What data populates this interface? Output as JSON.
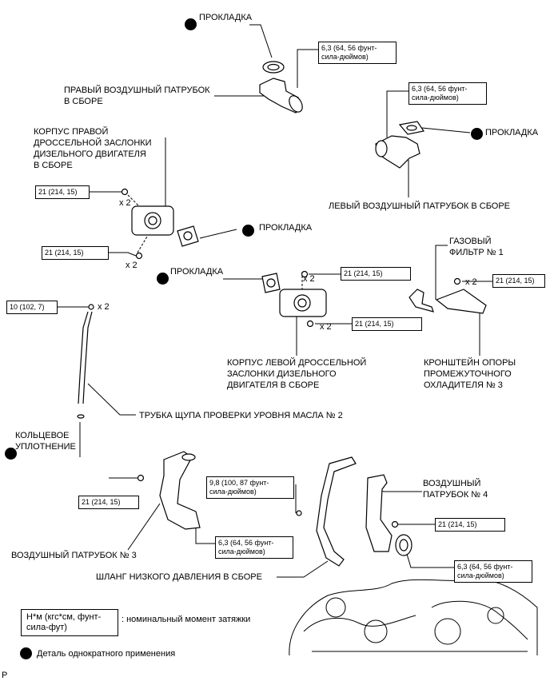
{
  "labels": {
    "gasket_top": "ПРОКЛАДКА",
    "right_intake_pipe": "ПРАВЫЙ ВОЗДУШНЫЙ ПАТРУБОК\nВ СБОРЕ",
    "right_throttle_body": "КОРПУС ПРАВОЙ\nДРОССЕЛЬНОЙ ЗАСЛОНКИ\nДИЗЕЛЬНОГО ДВИГАТЕЛЯ\nВ СБОРЕ",
    "gasket_right_side": "ПРОКЛАДКА",
    "left_intake_pipe": "ЛЕВЫЙ ВОЗДУШНЫЙ ПАТРУБОК В СБОРЕ",
    "gasket_mid": "ПРОКЛАДКА",
    "gasket_left_throttle": "ПРОКЛАДКА",
    "gas_filter": "ГАЗОВЫЙ\nФИЛЬТР № 1",
    "left_throttle_body": "КОРПУС ЛЕВОЙ ДРОССЕЛЬНОЙ\nЗАСЛОНКИ ДИЗЕЛЬНОГО\nДВИГАТЕЛЯ В СБОРЕ",
    "intercooler_bracket": "КРОНШТЕЙН ОПОРЫ\nПРОМЕЖУТОЧНОГО\nОХЛАДИТЕЛЯ № 3",
    "dipstick_tube": "ТРУБКА ЩУПА ПРОВЕРКИ УРОВНЯ МАСЛА № 2",
    "o_ring": "КОЛЬЦЕВОЕ\nУПЛОТНЕНИЕ",
    "air_pipe_4": "ВОЗДУШНЫЙ\nПАТРУБОК № 4",
    "air_pipe_3": "ВОЗДУШНЫЙ ПАТРУБОК № 3",
    "low_pressure_hose": "ШЛАНГ НИЗКОГО ДАВЛЕНИЯ В СБОРЕ"
  },
  "torques": {
    "t_top_right": "6,3 (64, 56 фунт-\nсила-дюймов)",
    "t_left_pipe": "6,3 (64, 56 фунт-\nсила-дюймов)",
    "t_rtb_upper": "21 (214, 15)",
    "t_rtb_lower": "21 (214, 15)",
    "t_ltb_upper": "21 (214, 15)",
    "t_ltb_lower": "21 (214, 15)",
    "t_bracket": "21 (214, 15)",
    "t_dipstick": "10 (102, 7)",
    "t_pipe3_bolt": "21 (214, 15)",
    "t_pipe3_clamp": "6,3 (64, 56 фунт-\nсила-дюймов)",
    "t_hose": "9,8 (100, 87 фунт-\nсила-дюймов)",
    "t_pipe4_bolt": "21 (214, 15)",
    "t_pipe4_clamp": "6,3 (64, 56 фунт-\nсила-дюймов)"
  },
  "quantities": {
    "q_rtb_upper": "x 2",
    "q_rtb_lower": "x 2",
    "q_ltb_upper": "x 2",
    "q_ltb_lower": "x 2",
    "q_bracket": "x 2",
    "q_dipstick": "x 2"
  },
  "legend": {
    "torque_units": "Н*м (кгс*см, фунт-\nсила-фут)",
    "torque_desc": ": номинальный момент затяжки",
    "single_use": "Деталь однократного применения"
  },
  "corner_mark": "P"
}
